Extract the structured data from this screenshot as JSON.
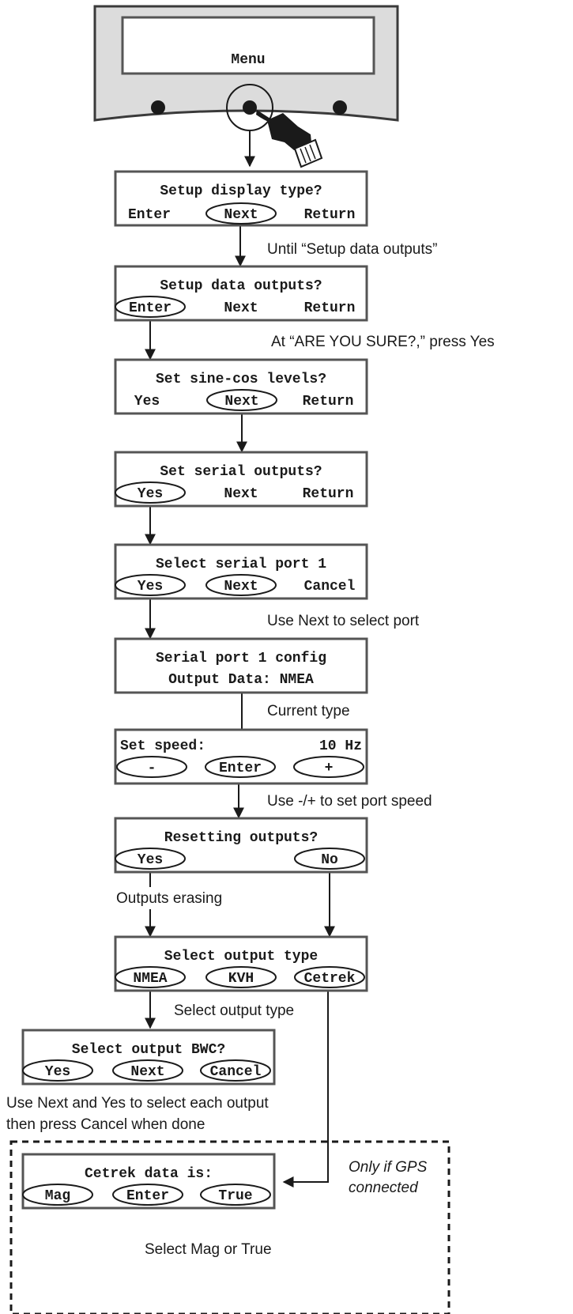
{
  "device": {
    "display_text": "Menu"
  },
  "screens": [
    {
      "line1": "Setup display type?",
      "buttons": [
        "Enter",
        "Next",
        "Return"
      ]
    },
    {
      "line1": "Setup data outputs?",
      "buttons": [
        "Enter",
        "Next",
        "Return"
      ]
    },
    {
      "line1": "Set sine-cos levels?",
      "buttons": [
        "Yes",
        "Next",
        "Return"
      ]
    },
    {
      "line1": "Set serial outputs?",
      "buttons": [
        "Yes",
        "Next",
        "Return"
      ]
    },
    {
      "line1": "Select serial port 1",
      "buttons": [
        "Yes",
        "Next",
        "Cancel"
      ]
    },
    {
      "line1": "Serial port 1 config",
      "line2": "Output Data: NMEA"
    },
    {
      "line1_left": "Set speed:",
      "line1_right": "10 Hz",
      "buttons": [
        "-",
        "Enter",
        "+"
      ]
    },
    {
      "line1": "Resetting outputs?",
      "buttons": [
        "Yes",
        "No"
      ]
    },
    {
      "line1": "Select output type",
      "buttons": [
        "NMEA",
        "KVH",
        "Cetrek"
      ]
    },
    {
      "line1": "Select output BWC?",
      "buttons": [
        "Yes",
        "Next",
        "Cancel"
      ]
    },
    {
      "line1": "Cetrek data is:",
      "buttons": [
        "Mag",
        "Enter",
        "True"
      ]
    }
  ],
  "notes": {
    "until_setup_data_outputs": "Until “Setup data outputs”",
    "are_you_sure": "At “ARE YOU SURE?,” press Yes",
    "use_next_port": "Use Next to select port",
    "current_type": "Current type",
    "set_port_speed": "Use -/+ to set port speed",
    "outputs_erasing": "Outputs erasing",
    "select_output_type": "Select output type",
    "select_each_line1": "Use Next and Yes to select each output",
    "select_each_line2": "then press Cancel when done",
    "gps_line1": "Only if GPS",
    "gps_line2": "connected",
    "select_mag_true": "Select Mag or True"
  }
}
